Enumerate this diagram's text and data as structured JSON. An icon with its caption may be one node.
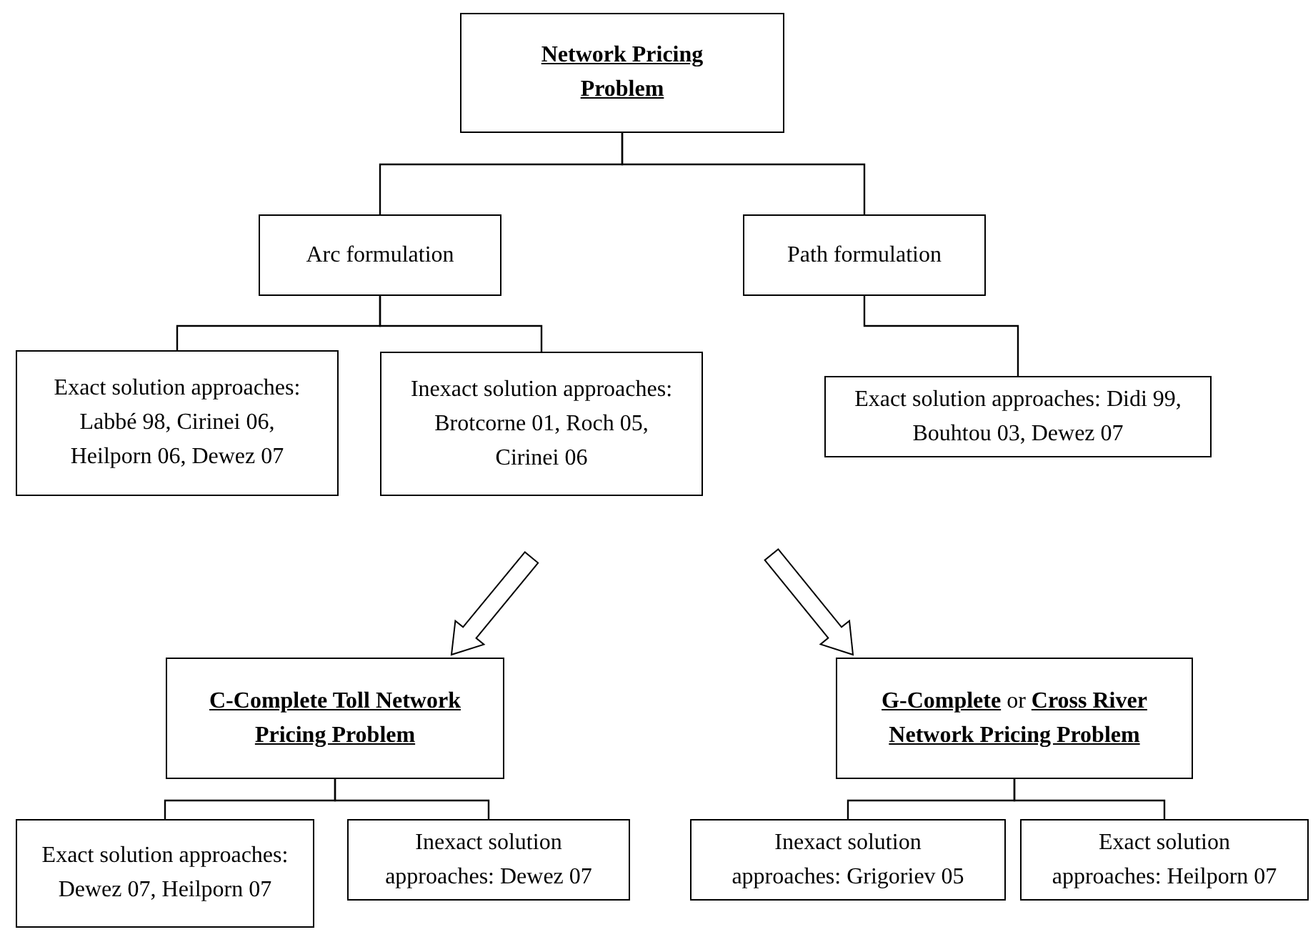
{
  "diagram": {
    "nodes": [
      {
        "text": [
          "Network Pricing Problem"
        ]
      },
      {
        "text": [
          "Arc formulation"
        ]
      },
      {
        "text": [
          "Path formulation"
        ]
      },
      {
        "text": [
          "Exact solution approaches: Labbé 98, Cirinei 06, Heilporn 06, Dewez 07"
        ]
      },
      {
        "text": [
          "Inexact solution approaches: Brotcorne 01, Roch 05, Cirinei 06"
        ]
      },
      {
        "text": [
          "Exact solution approaches: Didi 99, Bouhtou 03, Dewez 07"
        ]
      },
      {
        "text": [
          "C-Complete Toll Network Pricing Problem"
        ]
      },
      {
        "text": [
          "**G-Complete** or **Cross River Network Pricing Problem**"
        ]
      },
      {
        "text": [
          "Exact solution approaches: Dewez 07, Heilporn 07"
        ]
      },
      {
        "text": [
          "Inexact solution approaches: Dewez 07"
        ]
      },
      {
        "text": [
          "Inexact solution approaches: Grigoriev 05"
        ]
      },
      {
        "text": [
          "Exact solution approaches: Heilporn 07"
        ]
      }
    ],
    "edges": [
      {
        "from": 0,
        "to": 1,
        "arrow": "none"
      },
      {
        "from": 0,
        "to": 2,
        "arrow": "none"
      },
      {
        "from": 1,
        "to": 3,
        "arrow": "none"
      },
      {
        "from": 1,
        "to": 4,
        "arrow": "none"
      },
      {
        "from": 2,
        "to": 5,
        "arrow": "none"
      },
      {
        "from": null,
        "to": 6,
        "arrow": "to"
      },
      {
        "from": null,
        "to": 7,
        "arrow": "to"
      },
      {
        "from": 6,
        "to": 8,
        "arrow": "none"
      },
      {
        "from": 6,
        "to": 9,
        "arrow": "none"
      },
      {
        "from": 7,
        "to": 10,
        "arrow": "none"
      },
      {
        "from": 7,
        "to": 11,
        "arrow": "none"
      }
    ]
  }
}
